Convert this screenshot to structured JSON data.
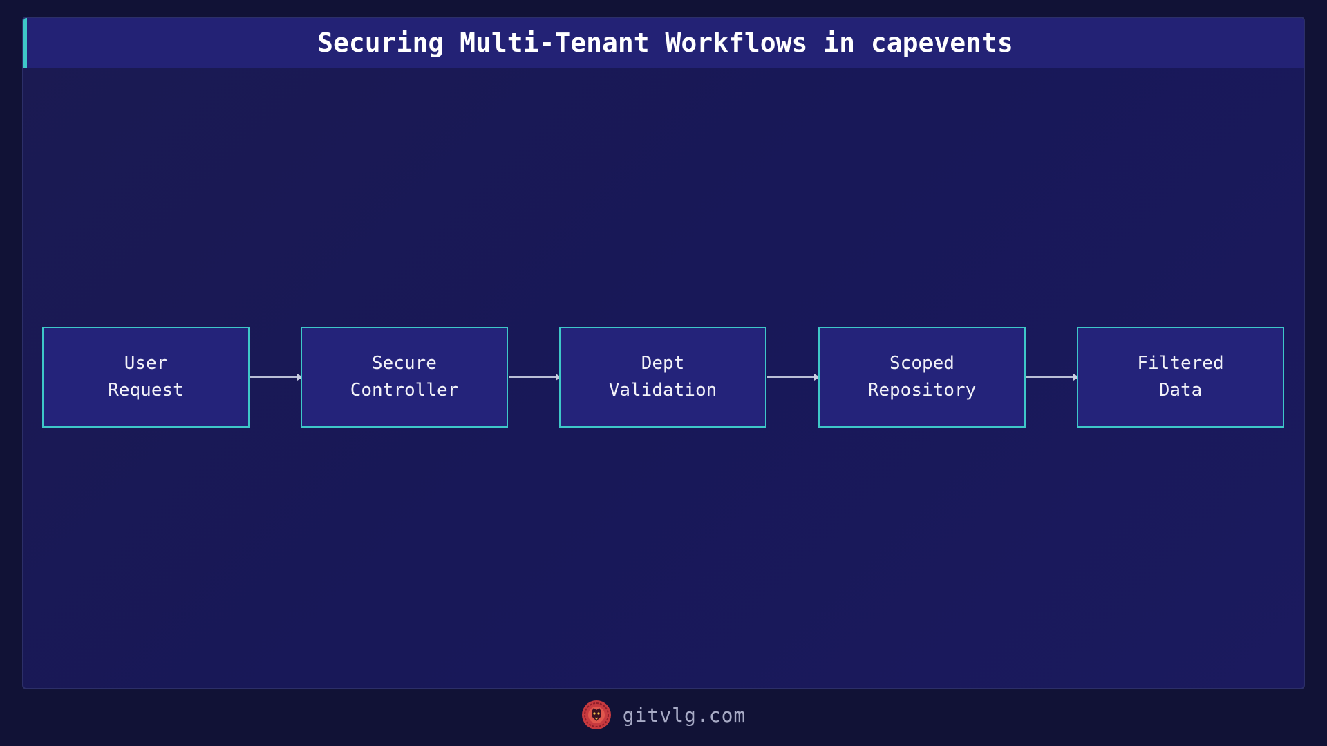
{
  "title": "Securing Multi-Tenant Workflows in capevents",
  "nodes": [
    {
      "line1": "User",
      "line2": "Request"
    },
    {
      "line1": "Secure",
      "line2": "Controller"
    },
    {
      "line1": "Dept",
      "line2": "Validation"
    },
    {
      "line1": "Scoped",
      "line2": "Repository"
    },
    {
      "line1": "Filtered",
      "line2": "Data"
    }
  ],
  "footer": {
    "logo_icon": "lion-head-logo-icon",
    "site": "gitvlg.com"
  },
  "colors": {
    "background": "#111236",
    "panel": "#1b1a55",
    "title_bar": "#232275",
    "accent": "#3ec7c8",
    "node_fill": "#24237a",
    "arrow": "#b9bed6",
    "logo": "#d8453f"
  }
}
